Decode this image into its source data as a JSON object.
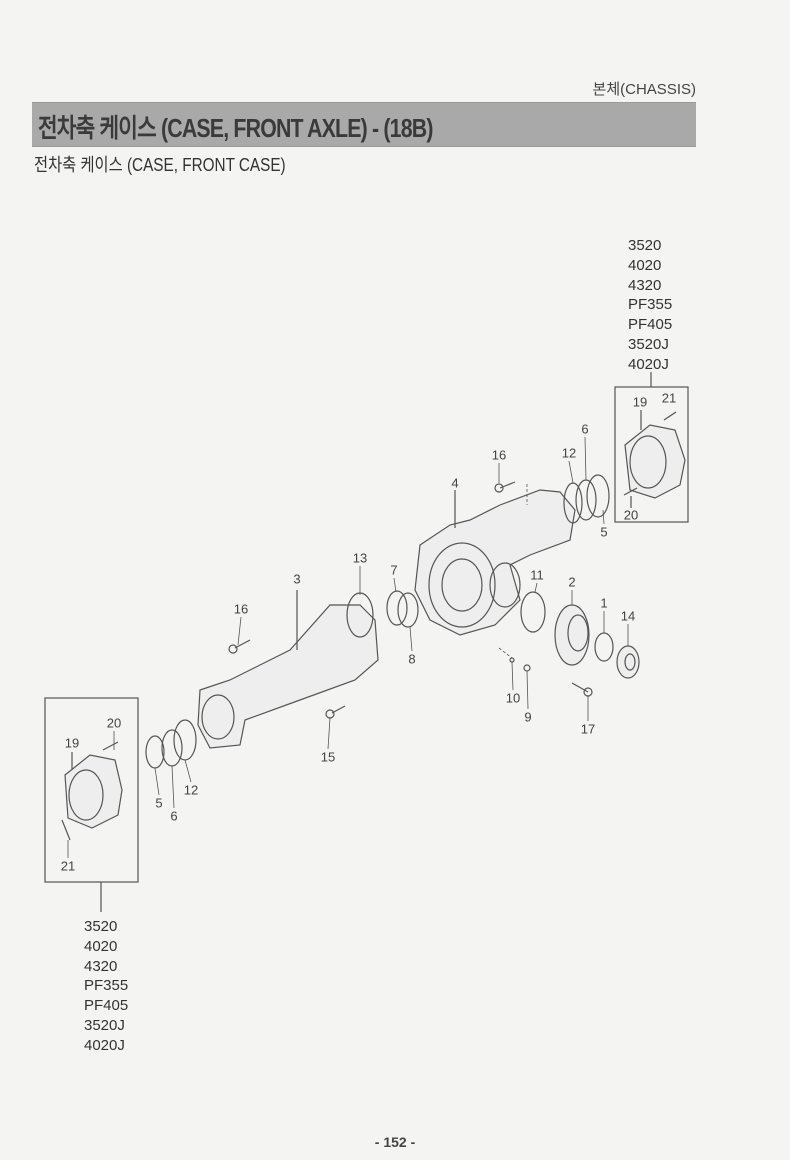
{
  "header": {
    "section": "본체(CHASSIS)",
    "title": "전차축 케이스  (CASE, FRONT AXLE) - (18B)",
    "subtitle": "전차축 케이스 (CASE, FRONT CASE)"
  },
  "diagram": {
    "right_models": [
      "3520",
      "4020",
      "4320",
      "PF355",
      "PF405",
      "3520J",
      "4020J"
    ],
    "left_models": [
      "3520",
      "4020",
      "4320",
      "PF355",
      "PF405",
      "3520J",
      "4020J"
    ],
    "callouts": {
      "c16a": "16",
      "c12a": "12",
      "c6a": "6",
      "c4": "4",
      "c5a": "5",
      "c13": "13",
      "c7": "7",
      "c11": "11",
      "c2": "2",
      "c3": "3",
      "c1": "1",
      "c14": "14",
      "c16b": "16",
      "c8": "8",
      "c10": "10",
      "c9": "9",
      "c17": "17",
      "c15": "15",
      "r19": "19",
      "r21": "21",
      "r20": "20",
      "l20": "20",
      "l19": "19",
      "l12": "12",
      "l5": "5",
      "l6": "6",
      "l21": "21"
    }
  },
  "footer": {
    "page": "- 152 -"
  }
}
